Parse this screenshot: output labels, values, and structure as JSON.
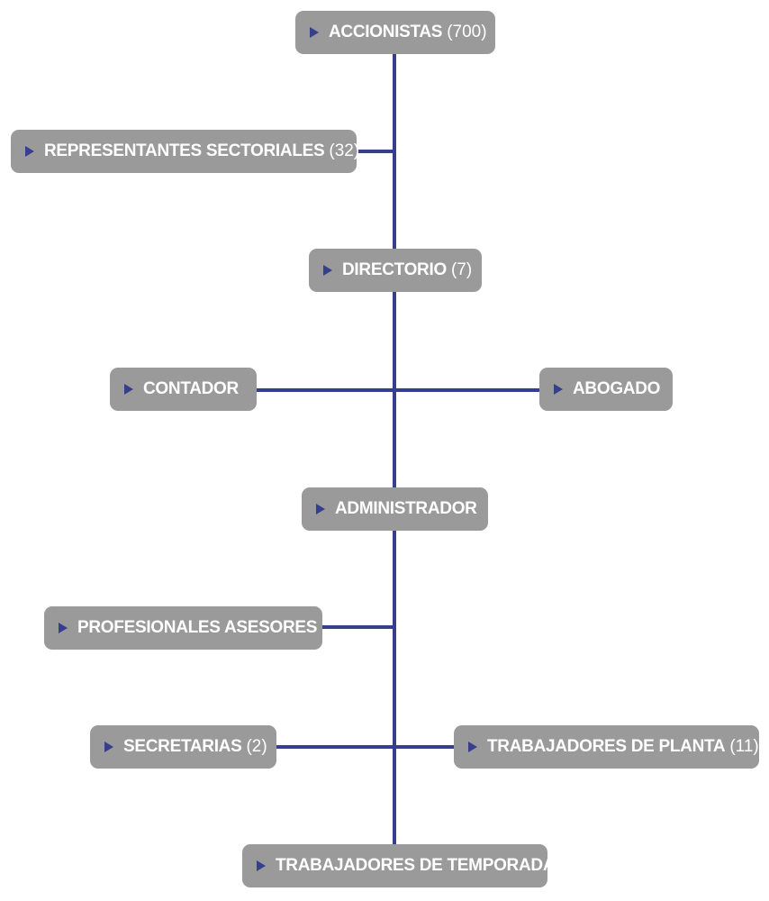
{
  "nodes": {
    "accionistas": {
      "label": "ACCIONISTAS",
      "count": "(700)"
    },
    "representantes": {
      "label": "REPRESENTANTES SECTORIALES",
      "count": "(32)"
    },
    "directorio": {
      "label": "DIRECTORIO",
      "count": "(7)"
    },
    "contador": {
      "label": "CONTADOR",
      "count": ""
    },
    "abogado": {
      "label": "ABOGADO",
      "count": ""
    },
    "administrador": {
      "label": "ADMINISTRADOR",
      "count": ""
    },
    "profesionales": {
      "label": "PROFESIONALES ASESORES",
      "count": ""
    },
    "secretarias": {
      "label": "SECRETARIAS",
      "count": "(2)"
    },
    "planta": {
      "label": "TRABAJADORES DE PLANTA",
      "count": "(11)"
    },
    "temporada": {
      "label": "TRABAJADORES DE TEMPORADA",
      "count": ""
    }
  },
  "colors": {
    "node_fill": "#9a9a9a",
    "connector": "#353f8c",
    "node_text": "#ffffff"
  }
}
